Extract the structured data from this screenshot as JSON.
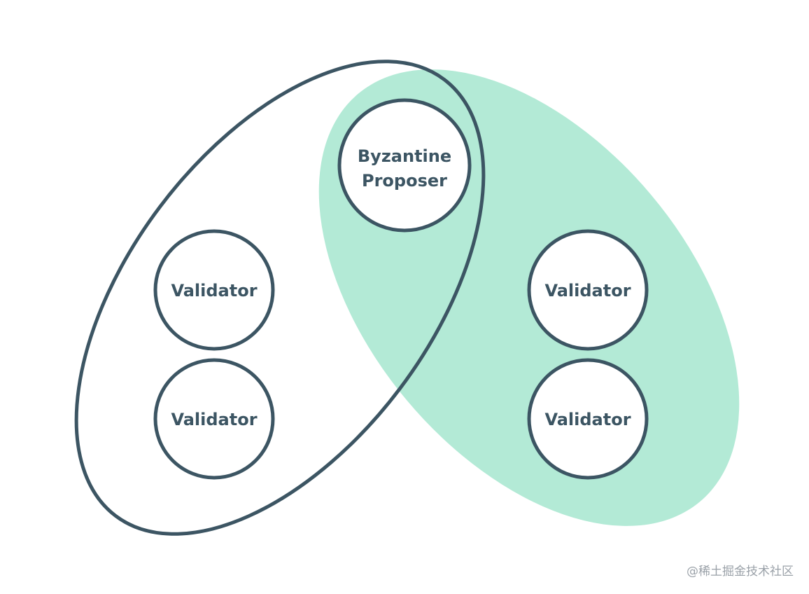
{
  "colors": {
    "outline": "#3c5563",
    "highlight_fill": "#b3ead6",
    "node_fill": "#ffffff",
    "text": "#3c5563",
    "watermark": "#9aa1a8"
  },
  "nodes": {
    "proposer": {
      "line1": "Byzantine",
      "line2": "Proposer"
    },
    "left_top": {
      "label": "Validator"
    },
    "left_bottom": {
      "label": "Validator"
    },
    "right_top": {
      "label": "Validator"
    },
    "right_bottom": {
      "label": "Validator"
    }
  },
  "groups": {
    "left": {
      "style": "outline"
    },
    "right": {
      "style": "filled"
    }
  },
  "watermark": {
    "text": "@稀土掘金技术社区"
  }
}
